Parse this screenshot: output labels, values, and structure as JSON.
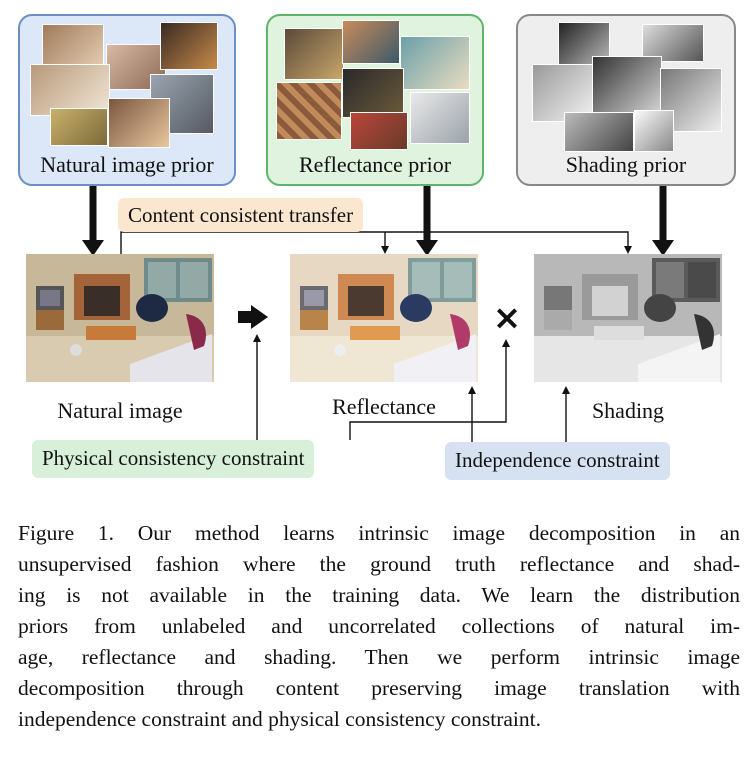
{
  "priors": {
    "natural": {
      "label": "Natural image prior"
    },
    "reflectance": {
      "label": "Reflectance prior"
    },
    "shading": {
      "label": "Shading prior"
    }
  },
  "tags": {
    "transfer": "Content consistent transfer",
    "physical": "Physical consistency constraint",
    "independence": "Independence constraint"
  },
  "panels": {
    "natural": "Natural image",
    "reflectance": "Reflectance",
    "shading": "Shading"
  },
  "operators": {
    "multiply": "×"
  },
  "caption": {
    "lines": [
      "Figure 1. Our method learns intrinsic image decomposition in an",
      "unsupervised fashion where the ground truth reflectance and shad-",
      "ing is not available in the training data. We learn the distribution",
      "priors from unlabeled and uncorrelated collections of natural im-",
      "age, reflectance and shading. Then we perform intrinsic image",
      "decomposition through content preserving image translation with",
      "independence constraint and physical consistency constraint."
    ]
  },
  "colors": {
    "natural_box": "#dce8f8",
    "reflectance_box": "#dff3df",
    "shading_box": "#eeeeee",
    "transfer_tag": "#fbe6cf",
    "physical_tag": "#d8f0da",
    "independence_tag": "#d6e2f2"
  }
}
